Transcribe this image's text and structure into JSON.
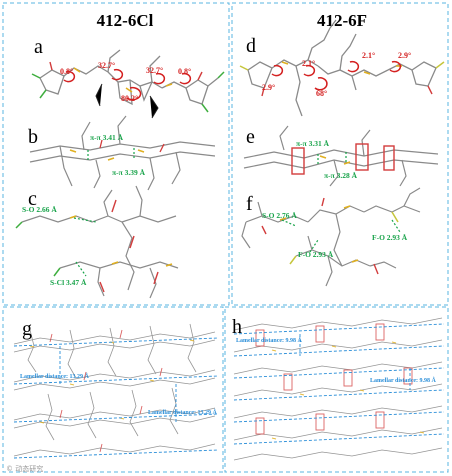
{
  "columns": {
    "left_title": "412-6Cl",
    "right_title": "412-6F"
  },
  "panels": [
    {
      "id": "a",
      "label": "a"
    },
    {
      "id": "b",
      "label": "b"
    },
    {
      "id": "c",
      "label": "c"
    },
    {
      "id": "d",
      "label": "d"
    },
    {
      "id": "e",
      "label": "e"
    },
    {
      "id": "f",
      "label": "f"
    },
    {
      "id": "g",
      "label": "g"
    },
    {
      "id": "h",
      "label": "h"
    }
  ],
  "angles_a": [
    "0.8°",
    "32.7°",
    "32.7°",
    "0.8°",
    "80.2°"
  ],
  "angles_d": [
    "2.1°",
    "2.1°",
    "2.9°",
    "2.9°",
    "68°"
  ],
  "interactions_b": [
    "π-π 3.41 Å",
    "π-π 3.39 Å"
  ],
  "interactions_c": [
    "S-O 2.66 Å",
    "S-Cl 3.47 Å"
  ],
  "interactions_e": [
    "π-π 3.31 Å",
    "π-π 3.28 Å"
  ],
  "interactions_f": [
    "S-O 2.76 Å",
    "F-O 2.93 Å",
    "F-O 2.93 Å"
  ],
  "lamellar_g": [
    "Lamellar distance: 13.29 Å",
    "Lamellar distance: 13.29 Å"
  ],
  "lamellar_h": [
    "Lamellar distance: 9.98 Å",
    "Lamellar distance: 9.98 Å"
  ],
  "colors": {
    "frame": "#58b4e0",
    "angle": "#d42020",
    "interaction": "#18a34a",
    "lamellar": "#2a8ed8",
    "carbon": "#8a8a8a",
    "sulfur": "#e0b020",
    "oxygen": "#d23c3c",
    "chlorine": "#3fae3f",
    "fluorine": "#c6c63c"
  },
  "watermark": "© 动态研究"
}
